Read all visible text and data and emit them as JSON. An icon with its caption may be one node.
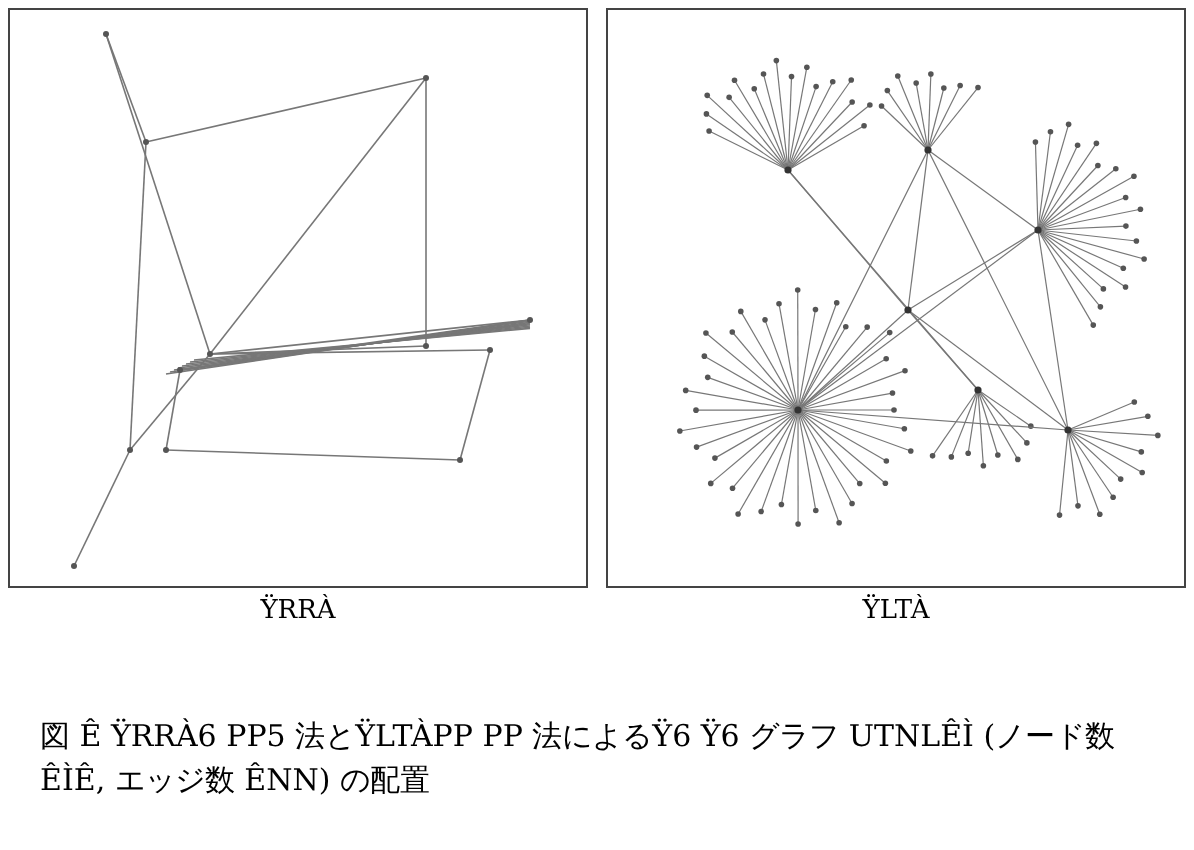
{
  "diagram": {
    "caption": "図 Ê ŸRRÀ6 PP5 法とŸLTÀPP PP 法によるŸ6 Ÿ6 グラフ UTNLÊÌ (ノード数 ÊÌÊ, エッジ数 ÊNN) の配置",
    "labels": [
      "ŸRRÀ",
      "ŸLTÀ"
    ]
  }
}
